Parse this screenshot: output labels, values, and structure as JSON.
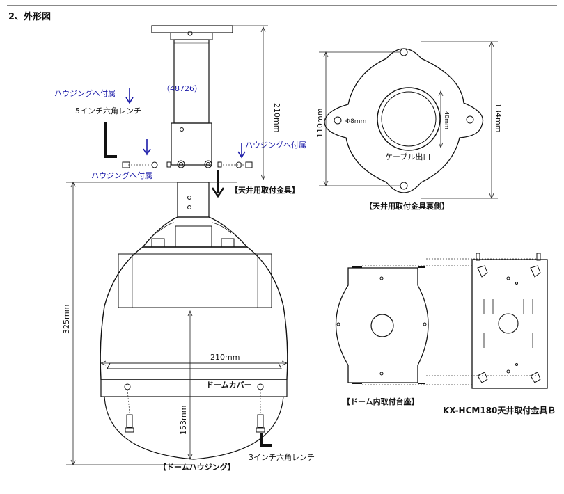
{
  "section_title": "2、外形図",
  "labels": {
    "part_number": "（48726）",
    "housing_attached_1": "ハウジングへ付属",
    "housing_attached_2": "ハウジングへ付属",
    "housing_attached_3": "ハウジングへ付属",
    "wrench_5": "5インチ六角レンチ",
    "wrench_3": "3インチ六角レンチ",
    "ceiling_bracket": "【天井用取付金具】",
    "ceiling_bracket_back": "【天井用取付金具裏側】",
    "dome_mount_base": "【ドーム内取付台座】",
    "kx_bracket": "KX-HCM180天井取付金具Ｂ",
    "dome_housing": "【ドームハウジング】",
    "dome_cover": "ドームカバー",
    "cable_outlet": "ケーブル出口"
  },
  "dimensions": {
    "d210_vertical": "210mm",
    "d325": "325mm",
    "d210_width": "210mm",
    "d153": "153mm",
    "d110": "110mm",
    "d134": "134mm",
    "d40": "40mm",
    "phi8": "Φ8mm"
  },
  "colors": {
    "line": "#111111",
    "annotation_blue": "#1a1aa8",
    "background": "#ffffff"
  }
}
